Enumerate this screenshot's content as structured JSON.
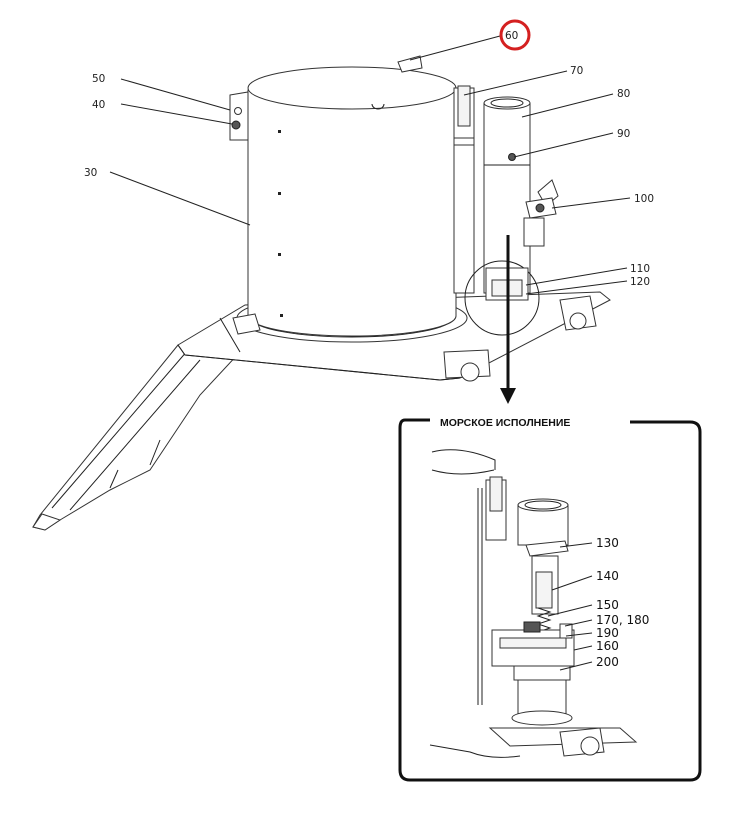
{
  "inset_title": "МОРСКОЕ ИСПОЛНЕНИЕ",
  "highlight_color": "#d42020",
  "labels_main": {
    "l50": "50",
    "l40": "40",
    "l30": "30",
    "l60": "60",
    "l70": "70",
    "l80": "80",
    "l90": "90",
    "l100": "100",
    "l110": "110",
    "l120": "120"
  },
  "labels_inset": {
    "l130": "130",
    "l140": "140",
    "l150": "150",
    "l170": "170, 180",
    "l190": "190",
    "l160": "160",
    "l200": "200"
  }
}
